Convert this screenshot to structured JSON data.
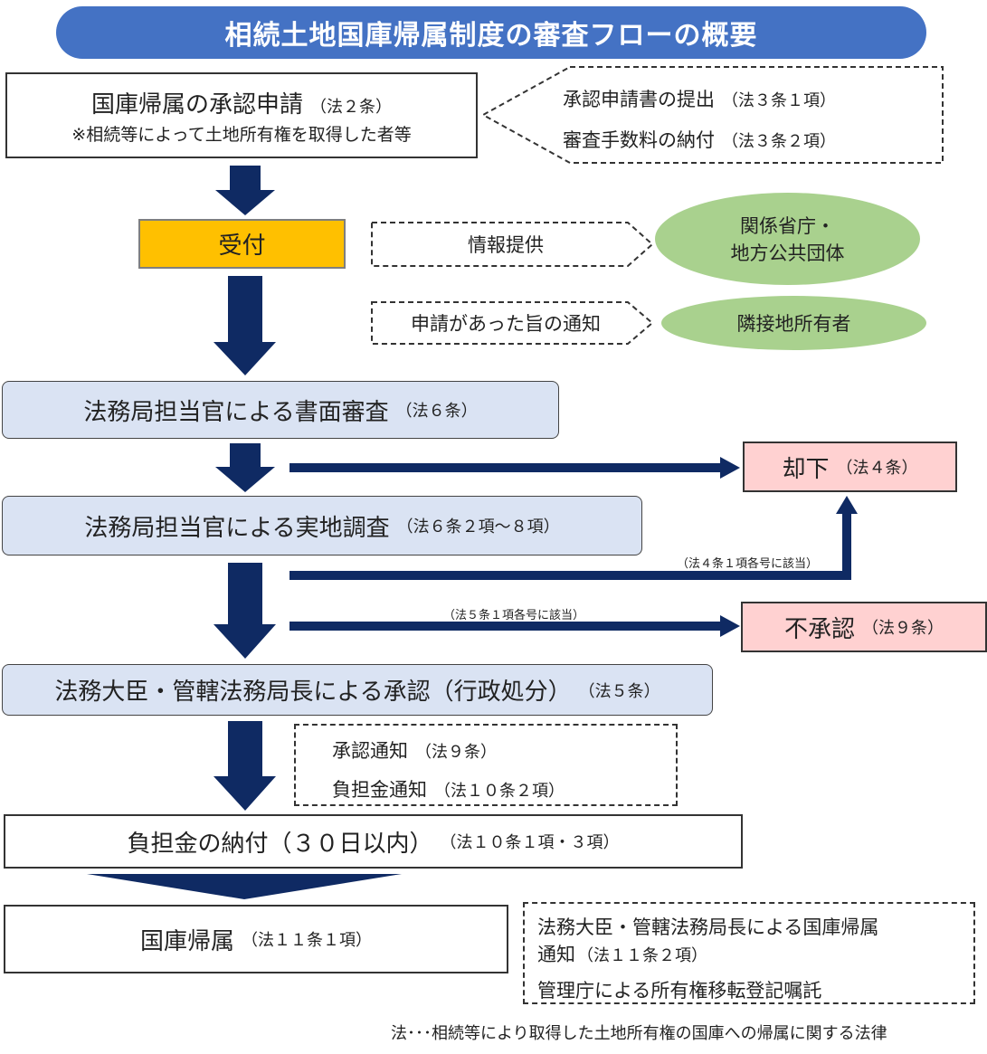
{
  "title": "相続土地国庫帰属制度の審査フローの概要",
  "application": {
    "main": "国庫帰属の承認申請",
    "law": "（法２条）",
    "sub": "※相続等によって土地所有権を取得した者等"
  },
  "application_docs": {
    "item1_main": "承認申請書の提出",
    "item1_law": "（法３条１項）",
    "item2_main": "審査手数料の納付",
    "item2_law": "（法３条２項）"
  },
  "reception": "受付",
  "info_provision": "情報提供",
  "agencies_line1": "関係省庁・",
  "agencies_line2": "地方公共団体",
  "notice_of_application": "申請があった旨の通知",
  "adjacent_owners": "隣接地所有者",
  "document_review": {
    "main": "法務局担当官による書面審査",
    "law": "（法６条）"
  },
  "dismissal": {
    "main": "却下",
    "law": "（法４条）"
  },
  "site_survey": {
    "main": "法務局担当官による実地調査",
    "law": "（法６条２項～８項）"
  },
  "note_art4": "（法４条１項各号に該当）",
  "note_art5": "（法５条１項各号に該当）",
  "rejection": {
    "main": "不承認",
    "law": "（法９条）"
  },
  "approval": {
    "main": "法務大臣・管轄法務局長による承認（行政処分）",
    "law": "（法５条）"
  },
  "approval_notices": {
    "item1_main": "承認通知",
    "item1_law": "（法９条）",
    "item2_main": "負担金通知",
    "item2_law": "（法１０条２項）"
  },
  "payment": {
    "main": "負担金の納付（３０日以内）",
    "law": "（法１０条１項・３項）"
  },
  "vesting": {
    "main": "国庫帰属",
    "law": "（法１１条１項）"
  },
  "vesting_notes": {
    "line1": "法務大臣・管轄法務局長による国庫帰属",
    "line2_main": "通知",
    "line2_law": "（法１１条２項）",
    "line3": "管理庁による所有権移転登記嘱託"
  },
  "footnote": "法･･･相続等により取得した土地所有権の国庫への帰属に関する法律",
  "colors": {
    "title_bg": "#4472c4",
    "arrow": "#0f2a63",
    "review_box": "#dae3f3",
    "reception_box": "#ffc000",
    "oval": "#a9d18e",
    "reject_box": "#ffd1d1"
  }
}
